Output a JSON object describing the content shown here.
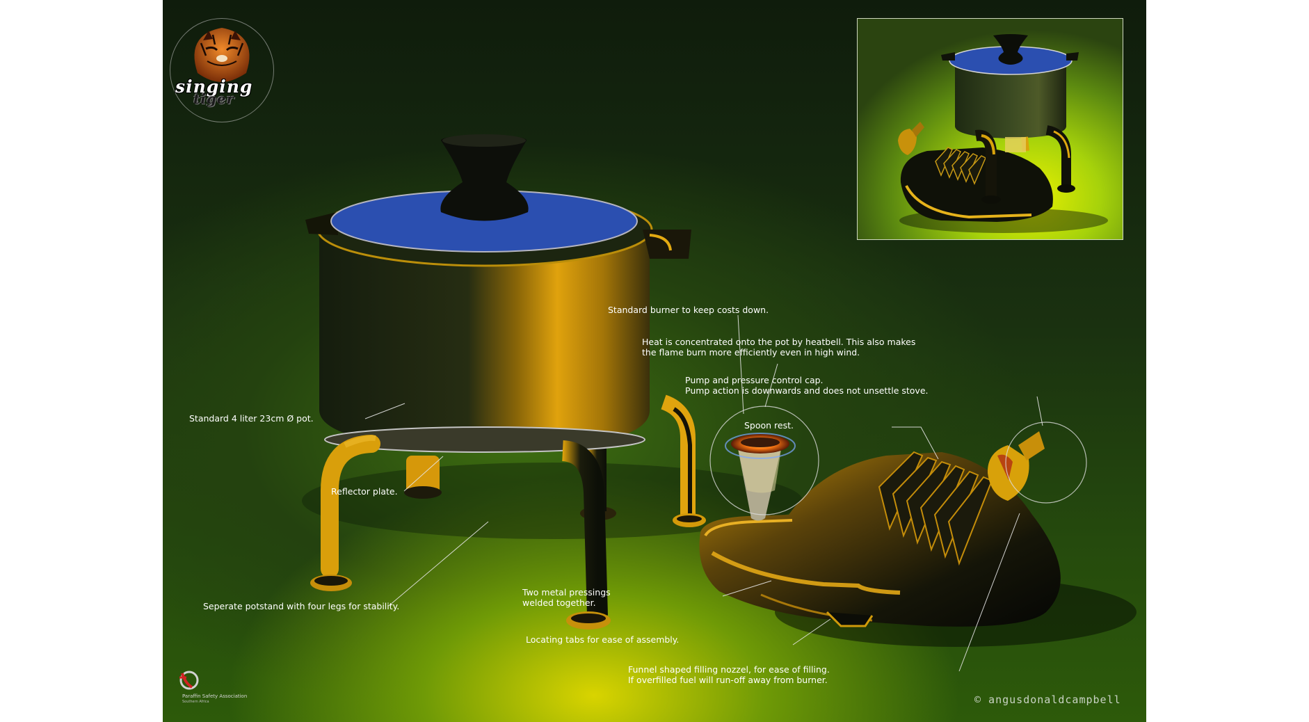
{
  "logo": {
    "word1": "singing",
    "word2": "tiger"
  },
  "association": {
    "name": "Paraffin Safety Association",
    "region": "Southern Africa"
  },
  "copyright": "© angusdonaldcampbell",
  "annotations": {
    "pot": "Standard 4 liter 23cm Ø pot.",
    "reflector": "Reflector plate.",
    "potstand": "Seperate potstand with four legs for stability.",
    "burner": "Standard burner to keep costs down.",
    "heatbell_line1": "Heat is concentrated onto the pot by heatbell. This also makes",
    "heatbell_line2": "the flame burn more efficiently even in high wind.",
    "pump_line1": "Pump and pressure control cap.",
    "pump_line2": "Pump action is downwards and does not unsettle stove.",
    "spoon": "Spoon rest.",
    "pressings_line1": "Two metal pressings",
    "pressings_line2": "welded together.",
    "tabs": "Locating tabs for ease of assembly.",
    "funnel_line1": "Funnel shaped filling nozzel, for ease of filling.",
    "funnel_line2": "If overfilled fuel will run-off away from burner."
  },
  "colors": {
    "lid": "#2b4fb0",
    "metal": "#d8a10a",
    "background": "#1c3510",
    "highlight": "#e2df00"
  }
}
